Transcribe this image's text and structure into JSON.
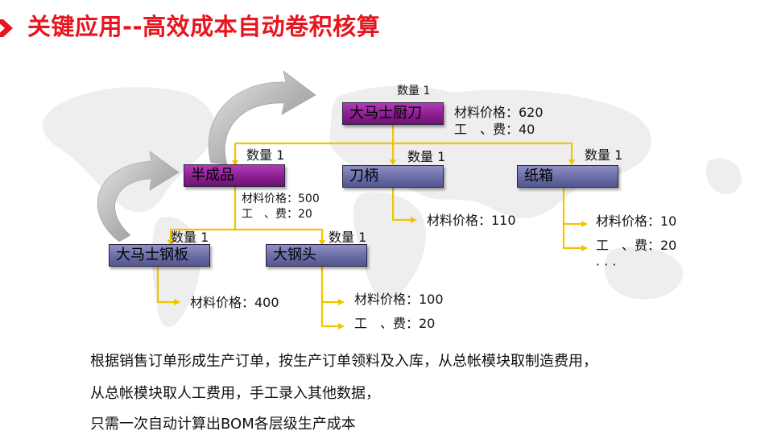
{
  "slide": {
    "title": "关键应用--高效成本自动卷积核算"
  },
  "tree": {
    "root": {
      "name": "大马士厨刀",
      "qty": "数量 1",
      "material": "材料价格：620",
      "labor": "工　、费：40"
    },
    "children": [
      {
        "name": "半成品",
        "qty": "数量 1",
        "material": "材料价格：500",
        "labor": "工　、费：20",
        "children": [
          {
            "name": "大马士钢板",
            "qty": "数量 1",
            "material": "材料价格：400"
          },
          {
            "name": "大钢头",
            "qty": "数量 1",
            "material": "材料价格：100",
            "labor": "工　、费：20"
          }
        ]
      },
      {
        "name": "刀柄",
        "qty": "数量 1",
        "material": "材料价格：110"
      },
      {
        "name": "纸箱",
        "qty": "数量 1",
        "material": "材料价格：10",
        "labor": "工　、费：20",
        "more": "· · ·"
      }
    ]
  },
  "description": [
    "根据销售订单形成生产订单，按生产订单领料及入库，从总帐模块取制造费用，",
    "从总帐模块取人工费用，手工录入其他数据，",
    "只需一次自动计算出BOM各层级生产成本"
  ],
  "colors": {
    "title": "#e8141e",
    "connector": "#f0c400",
    "node_purple": "#8a1f8f",
    "node_blue": "#6a6ca6"
  }
}
